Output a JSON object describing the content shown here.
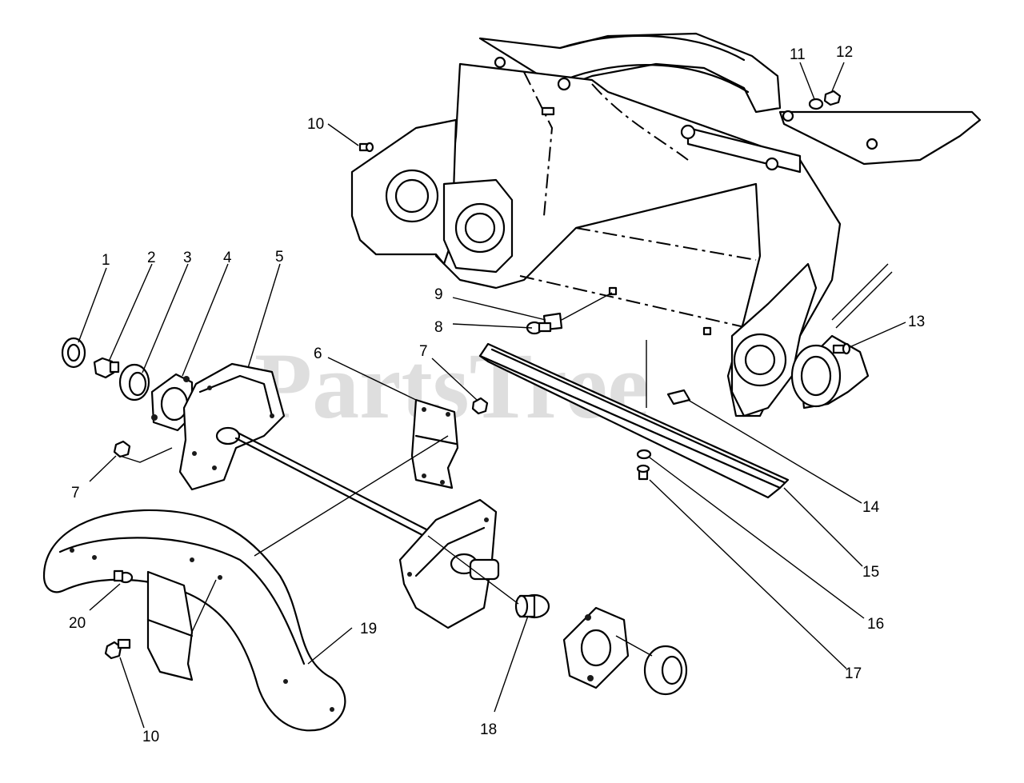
{
  "watermark": "PartsTree",
  "callouts": {
    "c1": "1",
    "c2": "2",
    "c3": "3",
    "c4": "4",
    "c5": "5",
    "c6": "6",
    "c7a": "7",
    "c7b": "7",
    "c8": "8",
    "c9": "9",
    "c10a": "10",
    "c10b": "10",
    "c11": "11",
    "c12": "12",
    "c13": "13",
    "c14": "14",
    "c15": "15",
    "c16": "16",
    "c17": "17",
    "c18": "18",
    "c19": "19",
    "c20": "20"
  }
}
